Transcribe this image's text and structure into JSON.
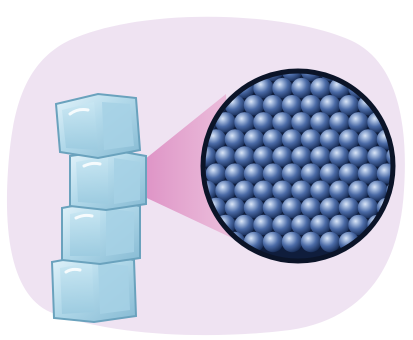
{
  "diagram": {
    "kind": "illustration",
    "subject": "stack-of-ice-cubes-with-magnified-particle-view",
    "colors": {
      "background_blob": "#efe3f2",
      "zoom_beam": "#e6a3cc",
      "ice_light": "#d3ecf6",
      "ice_mid": "#93c5dc",
      "ice_edge": "#6aa2bd",
      "magnifier_bg": "#0f1d3c",
      "magnifier_rim": "#0b1428",
      "particle_light": "#a9bee0",
      "particle_mid": "#4a6aa6",
      "particle_dark": "#172c56"
    },
    "ice_cubes": [
      {
        "label": "top-cube"
      },
      {
        "label": "second-cube"
      },
      {
        "label": "third-cube"
      },
      {
        "label": "bottom-cube"
      }
    ],
    "particle_grid": {
      "rows": 11,
      "cols": 11,
      "arrangement": "packed-lattice"
    }
  }
}
